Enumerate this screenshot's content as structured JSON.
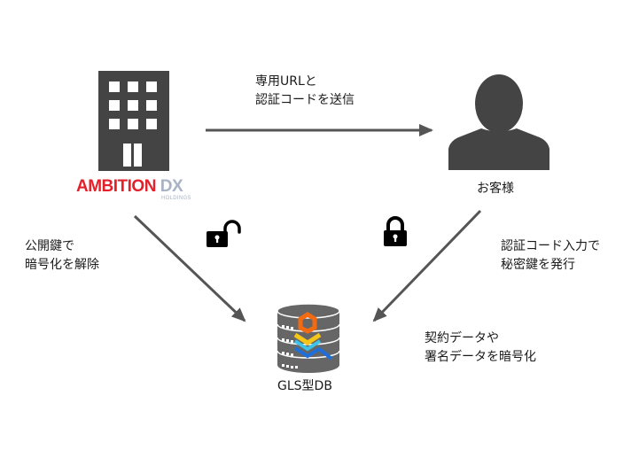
{
  "company": {
    "brand_primary": "AMBITION",
    "brand_secondary": "DX",
    "brand_sub": "HOLDINGS",
    "colors": {
      "primary": "#e4202a",
      "secondary": "#a8b3c4"
    }
  },
  "customer": {
    "label": "お客様"
  },
  "database": {
    "label": "GLS型DB"
  },
  "arrows": {
    "company_to_customer": {
      "lines": [
        "専用URLと",
        "認証コードを送信"
      ]
    },
    "company_to_db": {
      "lines": [
        "公開鍵で",
        "暗号化を解除"
      ],
      "lock_icon": "unlock-icon"
    },
    "customer_to_db": {
      "lines": [
        "認証コード入力で",
        "秘密鍵を発行"
      ],
      "lock_icon": "lock-icon"
    }
  },
  "db_note": {
    "lines": [
      "契約データや",
      "署名データを暗号化"
    ]
  },
  "colors": {
    "icon": "#444444",
    "arrow": "#555555",
    "lock": "#000000"
  }
}
